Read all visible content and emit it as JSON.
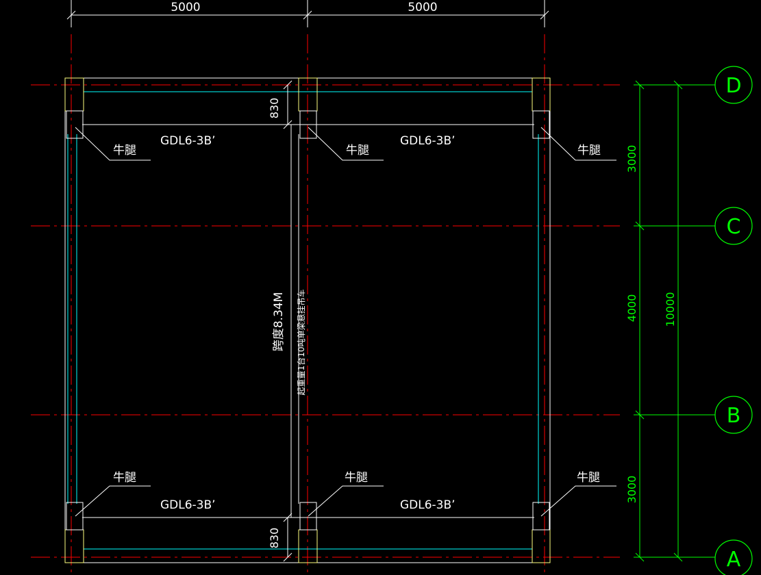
{
  "colors": {
    "background": "#000000",
    "axis": "#ff0000",
    "structure": "#ffffff",
    "column": "#ffff80",
    "beam": "#00ffff",
    "dimension": "#00ff00",
    "label": "#ffffff"
  },
  "top_dimensions": [
    "5000",
    "5000"
  ],
  "right_dimensions": {
    "segments": [
      "3000",
      "4000",
      "3000"
    ],
    "total": "10000"
  },
  "axis_bubbles": [
    "D",
    "C",
    "B",
    "A"
  ],
  "corbel_label": "牛腿",
  "beam_label": "GDL6-3B’",
  "offset_dimension": "830",
  "span_text": "跨度8.34M",
  "crane_note": "起重量1台10吨单梁悬挂吊车"
}
